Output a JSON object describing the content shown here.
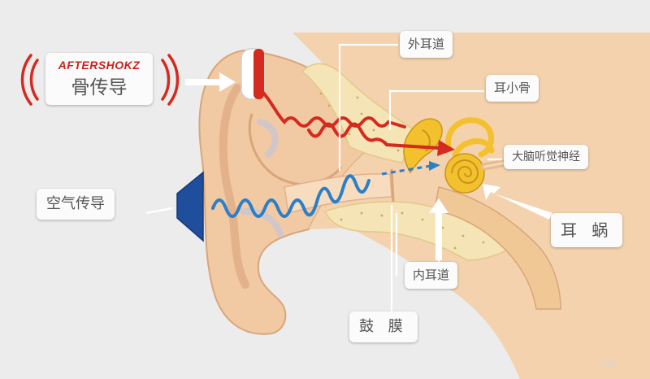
{
  "labels": {
    "aftershokz_brand": "AFTERSHOKZ",
    "bone_conduction": "骨传导",
    "air_conduction": "空气传导",
    "outer_ear_canal": "外耳道",
    "ossicles": "耳小骨",
    "auditory_nerve": "大脑听觉神经",
    "cochlea": "耳 蜗",
    "inner_ear_canal": "内耳道",
    "eardrum": "鼓 膜"
  },
  "watermark": "亿欧",
  "colors": {
    "background": "#ececec",
    "skin": "#f1c9a2",
    "bone": "#f5e4b5",
    "bone_wave": "#d42a1f",
    "air_wave": "#2a7fc8",
    "speaker": "#1f4f9c",
    "cochlea": "#f3c12d",
    "label_text": "#555555",
    "brand_red": "#c8231a"
  }
}
